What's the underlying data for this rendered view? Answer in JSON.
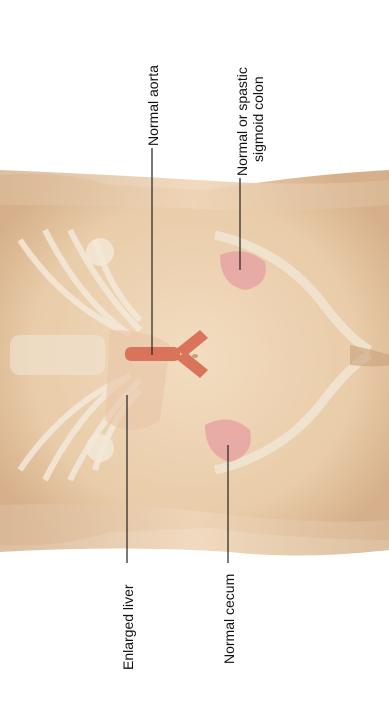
{
  "labels": {
    "enlarged_liver": "Enlarged liver",
    "normal_cecum": "Normal cecum",
    "normal_aorta": "Normal aorta",
    "sigmoid_line1": "Normal or spastic",
    "sigmoid_line2": "sigmoid colon"
  },
  "colors": {
    "skin": "#ecd2b3",
    "skin_shadow": "#d9b896",
    "bone": "#efe3d2",
    "aorta": "#d9745a",
    "organ_pink": "#e6a3a3",
    "leader_line": "#222222"
  }
}
